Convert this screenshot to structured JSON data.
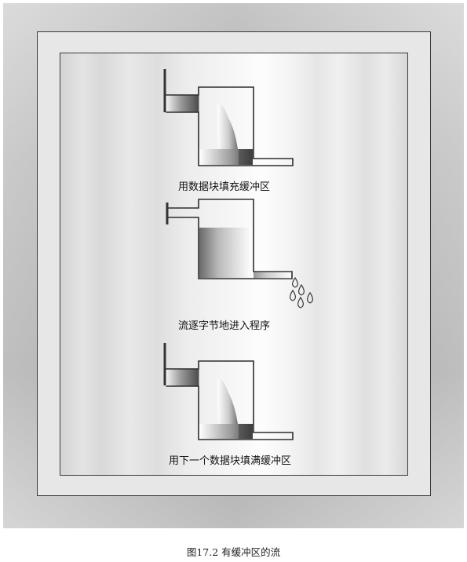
{
  "stages": [
    {
      "label": "用数据块填充缓冲区"
    },
    {
      "label": "流逐字节地进入程序"
    },
    {
      "label": "用下一个数据块填满缓冲区"
    }
  ],
  "figure": {
    "caption": "图17.2 有缓冲区的流"
  },
  "colors": {
    "outline": "#3a3a3a",
    "water_dark": "#4a4a4a",
    "water_light": "#f2f2f2"
  }
}
